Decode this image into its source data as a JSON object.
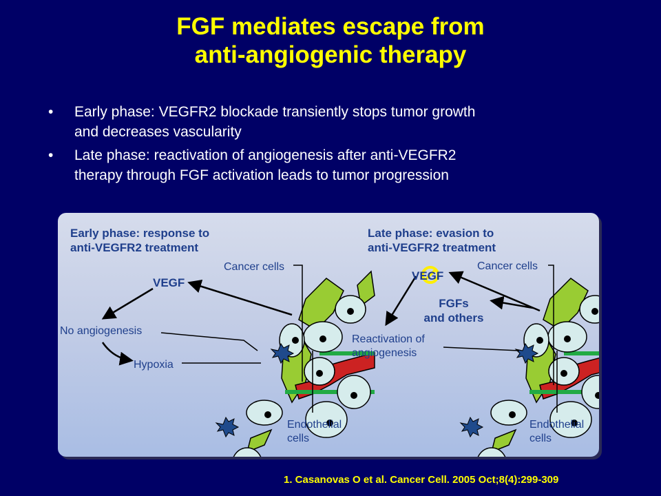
{
  "title": {
    "line1": "FGF mediates escape from",
    "line2": "anti-angiogenic therapy"
  },
  "bullets": [
    {
      "line1": "Early phase: VEGFR2 blockade transiently stops tumor growth",
      "line2": "and decreases vascularity"
    },
    {
      "line1": "Late phase: reactivation of angiogenesis after anti-VEGFR2",
      "line2": "therapy through FGF activation leads to tumor progression"
    }
  ],
  "bullet_marker": "•",
  "diagram": {
    "early": {
      "heading1": "Early phase: response to",
      "heading2": "anti-VEGFR2 treatment",
      "vegf": "VEGF",
      "cancer_cells": "Cancer cells",
      "no_angiogenesis": "No angiogenesis",
      "hypoxia": "Hypoxia",
      "endothelial1": "Endothelial",
      "endothelial2": "cells"
    },
    "late": {
      "heading1": "Late phase: evasion to",
      "heading2": "anti-VEGFR2 treatment",
      "vegf": "VEGF",
      "cancer_cells": "Cancer cells",
      "fgfs1": "FGFs",
      "fgfs2": "and others",
      "reactivation1": "Reactivation of",
      "reactivation2": "angiogenesis",
      "endothelial1": "Endothelial",
      "endothelial2": "cells"
    },
    "colors": {
      "label": "#1f3f8c",
      "cancer_cell_fill": "#d6ecec",
      "stroma": "#99cc33",
      "vessel_red": "#cc2222",
      "vessel_green": "#22aa44",
      "immune": "#1f4a8c",
      "block_symbol": "#ffee00"
    }
  },
  "reference": "1.  Casanovas O et al. Cancer Cell. 2005 Oct;8(4):299-309"
}
